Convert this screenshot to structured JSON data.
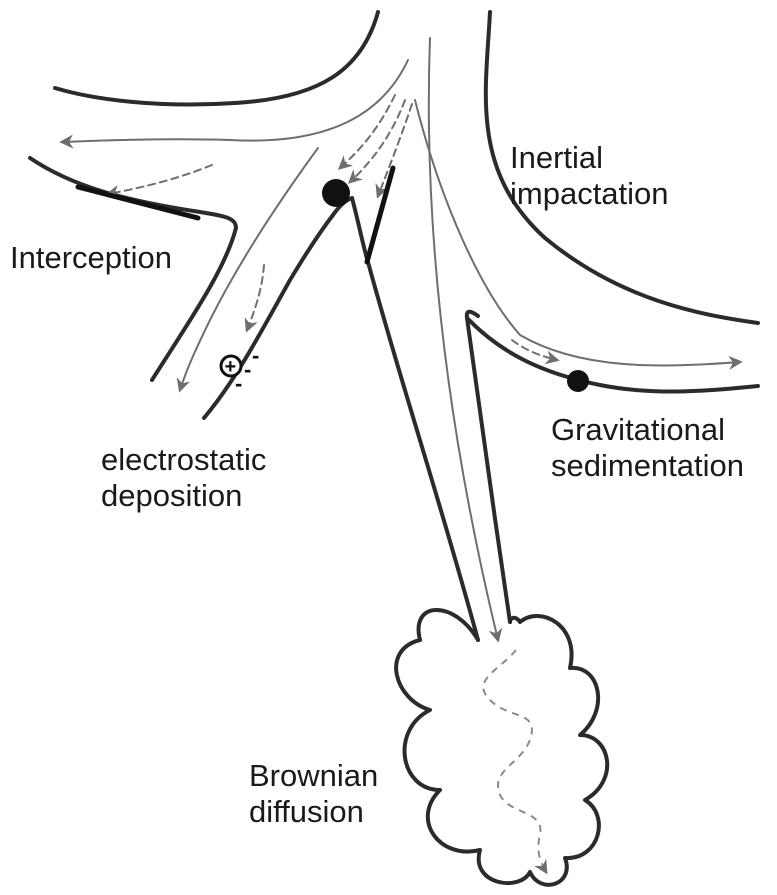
{
  "labels": {
    "inertial_line1": "Inertial",
    "inertial_line2": "impactation",
    "interception": "Interception",
    "electrostatic_line1": "electrostatic",
    "electrostatic_line2": "deposition",
    "gravitational_line1": "Gravitational",
    "gravitational_line2": "sedimentation",
    "brownian_line1": "Brownian",
    "brownian_line2": "diffusion"
  },
  "charge_symbols": {
    "plus": "+",
    "minus": "-"
  },
  "colors": {
    "wall": "#2b2b2b",
    "flow_arrow": "#6e6e6e",
    "particle": "#111111",
    "label": "#1a1a1a"
  }
}
